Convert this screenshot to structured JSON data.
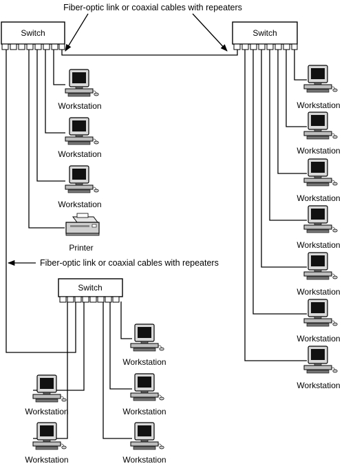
{
  "annotations": {
    "top": "Fiber-optic link or coaxial cables with repeaters",
    "middle": "Fiber-optic link or coaxial cables with repeaters"
  },
  "switches": {
    "top_left": "Switch",
    "top_right": "Switch",
    "bottom": "Switch"
  },
  "devices": {
    "left": [
      "Workstation",
      "Workstation",
      "Workstation",
      "Printer"
    ],
    "right": [
      "Workstation",
      "Workstation",
      "Workstation",
      "Workstation",
      "Workstation",
      "Workstation",
      "Workstation"
    ],
    "bottom_right": [
      "Workstation",
      "Workstation",
      "Workstation"
    ],
    "bottom_left": [
      "Workstation",
      "Workstation"
    ]
  },
  "icons": {
    "switch": "switch-icon",
    "workstation": "workstation-icon",
    "printer": "printer-icon",
    "arrow": "arrow-icon"
  }
}
